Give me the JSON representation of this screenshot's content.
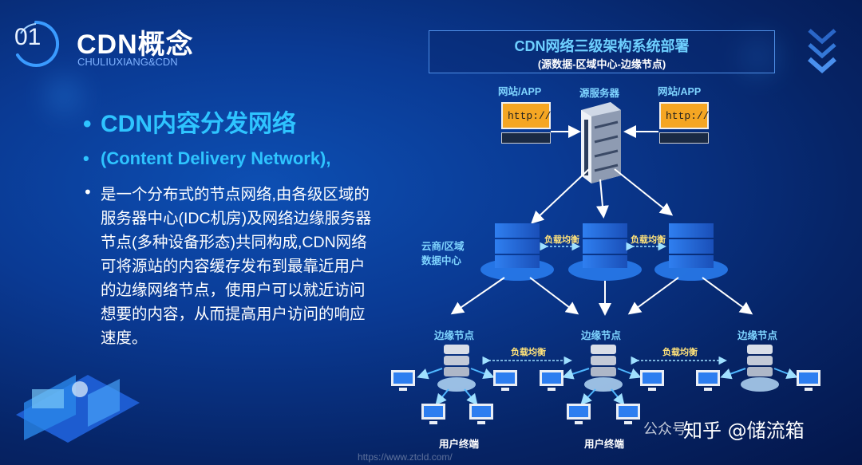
{
  "header": {
    "number": "01",
    "title": "CDN概念",
    "subtitle": "CHULIUXIANG&CDN"
  },
  "content": {
    "bullet1": "CDN内容分发网络",
    "bullet2": "(Content Delivery Network),",
    "paragraph": "是一个分布式的节点网络,由各级区域的服务器中心(IDC机房)及网络边缘服务器节点(多种设备形态)共同构成,CDN网络可将源站的内容缓存发布到最靠近用户的边缘网络节点，使用户可以就近访问想要的内容，从而提高用户访问的响应速度。"
  },
  "diagram": {
    "title": "CDN网络三级架构系统部署",
    "subtitle": "(源数据-区域中心-边缘节点)",
    "site_app_left": "网站/APP",
    "site_app_right": "网站/APP",
    "http_left": "http://",
    "http_right": "http://",
    "origin_server": "源服务器",
    "region_center_line1": "云商/区域",
    "region_center_line2": "数据中心",
    "load_balance": "负载均衡",
    "edge_node": "边缘节点",
    "user_terminal": "用户终端"
  },
  "watermark": {
    "zhihu": "知乎 @储流箱",
    "wechat": "公众号",
    "url": "https://www.ztcld.com/"
  },
  "colors": {
    "accent": "#2ec4ff",
    "label_blue": "#7fd4ff",
    "load_balance": "#ffe27a",
    "browser_screen": "#f5a623"
  }
}
